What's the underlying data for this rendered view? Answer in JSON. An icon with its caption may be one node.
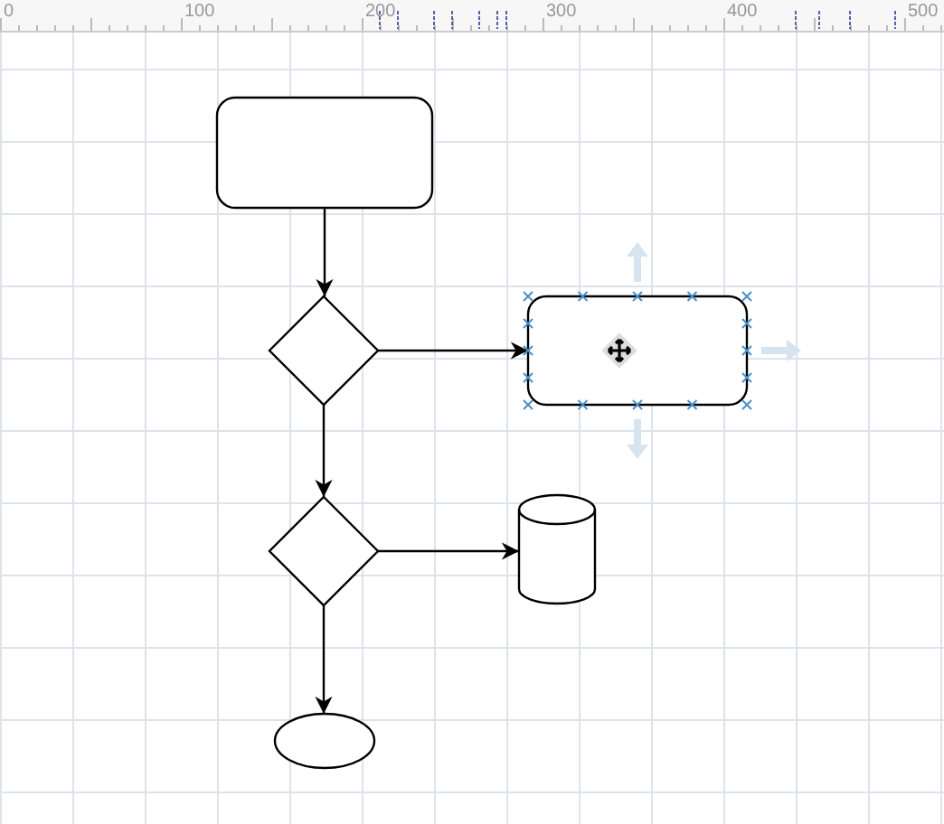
{
  "diagram": {
    "nodes": [
      {
        "text": [],
        "shape": "box"
      },
      {
        "text": [],
        "shape": "diamond"
      },
      {
        "text": [],
        "shape": "box"
      },
      {
        "text": [],
        "shape": "diamond"
      },
      {
        "text": [],
        "shape": "cylinder"
      },
      {
        "text": [],
        "shape": "ellipse"
      }
    ],
    "edges": [
      {
        "from": 0,
        "to": 1,
        "arrow": "to"
      },
      {
        "from": 1,
        "to": 2,
        "arrow": "to"
      },
      {
        "from": 1,
        "to": 3,
        "arrow": "to"
      },
      {
        "from": 3,
        "to": 4,
        "arrow": "to"
      },
      {
        "from": 3,
        "to": 5,
        "arrow": "to"
      }
    ],
    "labels": [
      "0",
      "100",
      "200",
      "300",
      "400",
      "500"
    ]
  }
}
